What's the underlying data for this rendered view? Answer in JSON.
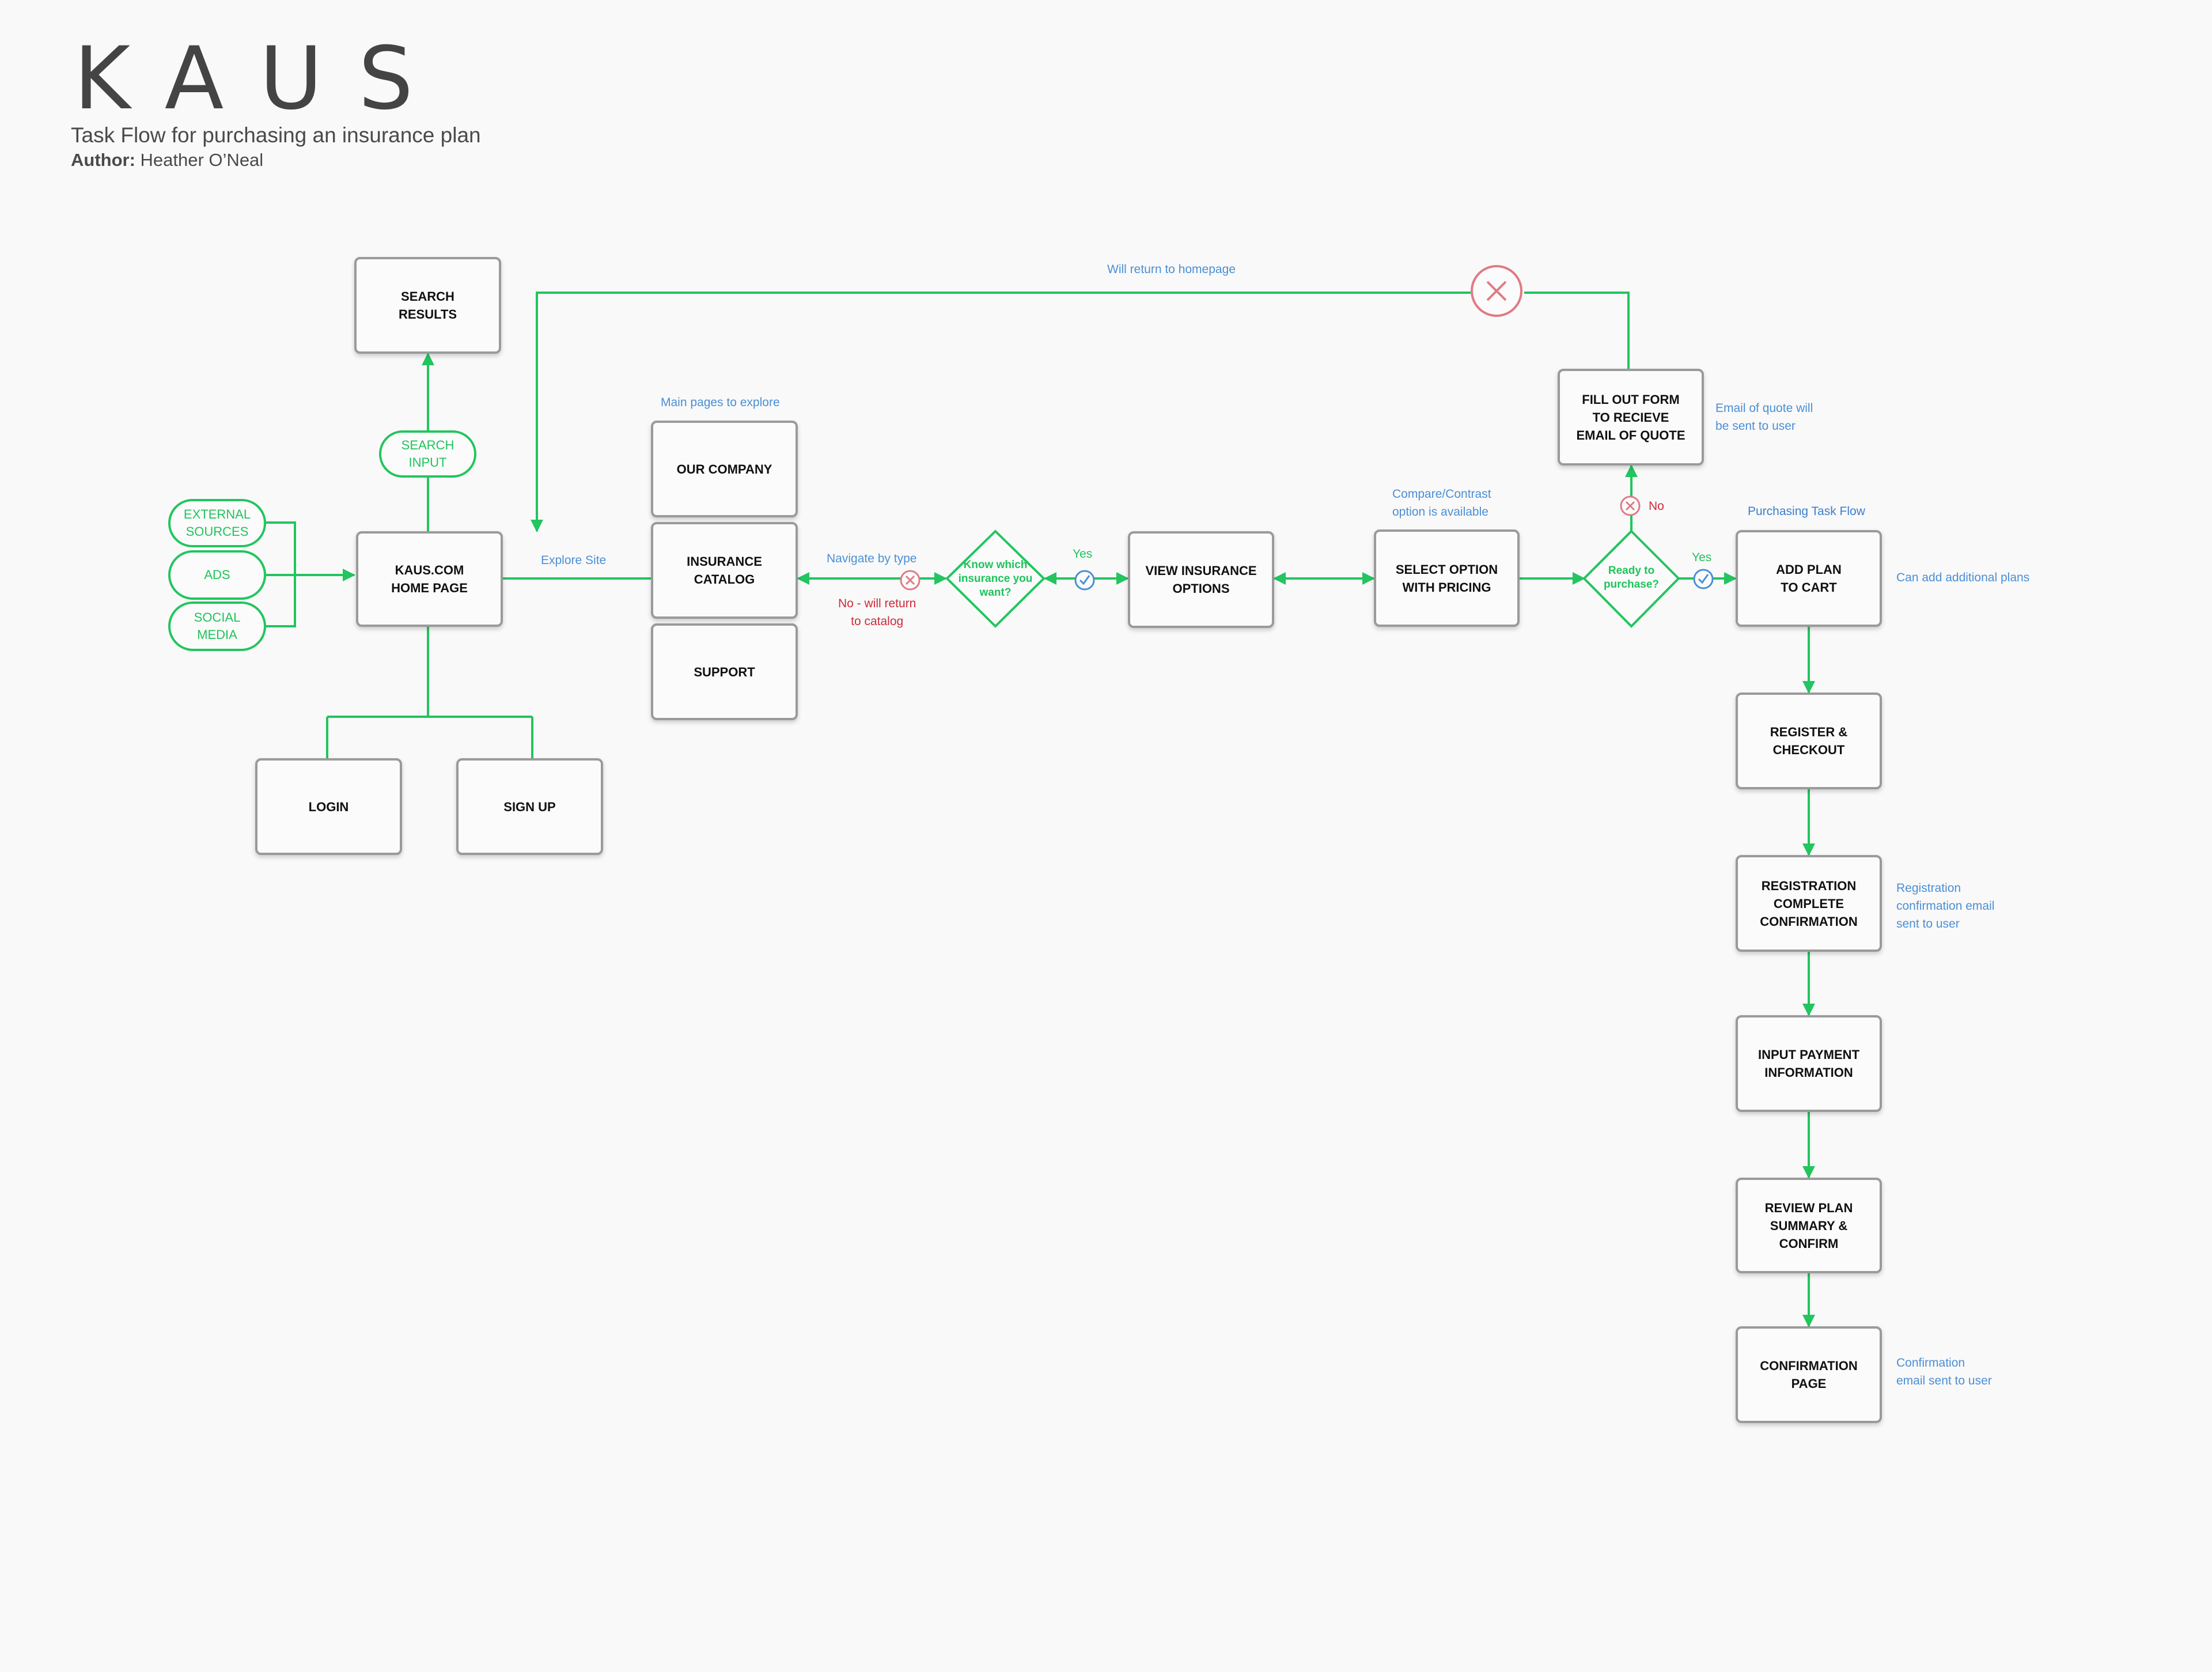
{
  "header": {
    "logo": "KAUS",
    "subtitle": "Task Flow for purchasing an insurance plan",
    "author_label": "Author:",
    "author_name": "Heather O’Neal"
  },
  "colors": {
    "accent_green": "#22c55e",
    "note_blue": "#4a8fd6",
    "error_red": "#cc2b3a",
    "box_border": "#9a9a9a"
  },
  "entry_points": {
    "external_sources": "EXTERNAL\nSOURCES",
    "ads": "ADS",
    "social_media": "SOCIAL\nMEDIA",
    "search_input": "SEARCH\nINPUT"
  },
  "boxes": {
    "search_results": "SEARCH\nRESULTS",
    "home_page": "KAUS.COM\nHOME PAGE",
    "login": "LOGIN",
    "sign_up": "SIGN UP",
    "our_company": "OUR COMPANY",
    "insurance_catalog": "INSURANCE\nCATALOG",
    "support": "SUPPORT",
    "view_insurance_options": "VIEW INSURANCE\nOPTIONS",
    "select_option": "SELECT OPTION\nWITH PRICING",
    "fill_out_form": "FILL OUT FORM\nTO RECIEVE\nEMAIL OF QUOTE",
    "add_plan": "ADD PLAN\nTO CART",
    "register_checkout": "REGISTER &\nCHECKOUT",
    "registration_complete": "REGISTRATION\nCOMPLETE\nCONFIRMATION",
    "input_payment": "INPUT PAYMENT\nINFORMATION",
    "review_plan": "REVIEW PLAN\nSUMMARY &\nCONFIRM",
    "confirmation_page": "CONFIRMATION\nPAGE"
  },
  "decisions": {
    "know_insurance": "Know which\ninsurance you\nwant?",
    "ready_to_purchase": "Ready to\npurchase?"
  },
  "notes": {
    "will_return_homepage": "Will return to homepage",
    "main_pages": "Main pages to explore",
    "explore_site": "Explore Site",
    "navigate_by_type": "Navigate by type",
    "no_return_catalog": "No - will return\nto catalog",
    "yes_1": "Yes",
    "compare_contrast": "Compare/Contrast\noption is available",
    "email_of_quote": "Email of quote will\nbe sent to user",
    "no": "No",
    "yes_2": "Yes",
    "purchasing_task_flow": "Purchasing Task Flow",
    "can_add_plans": "Can add additional plans",
    "registration_email": "Registration\nconfirmation email\nsent to user",
    "confirmation_email": "Confirmation\nemail sent to user"
  }
}
